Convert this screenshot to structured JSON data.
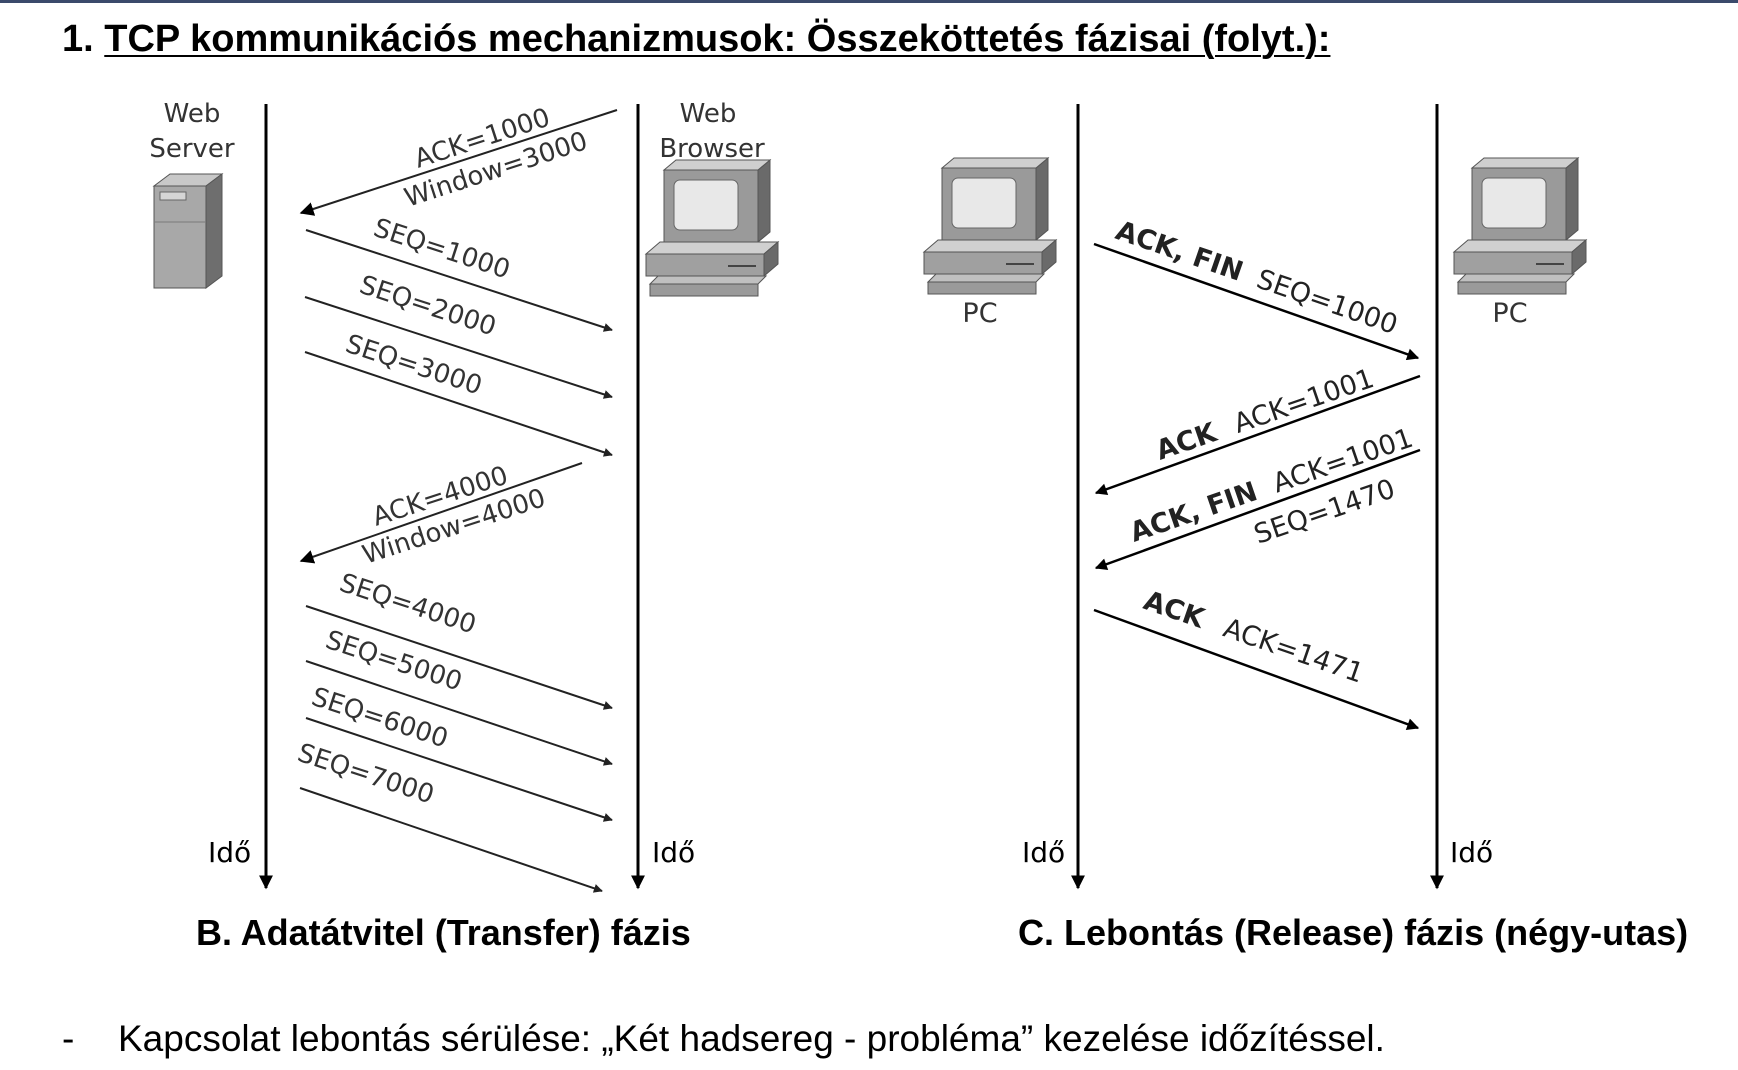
{
  "title": {
    "number": "1.",
    "text": "TCP kommunikációs mechanizmusok: Összeköttetés fázisai (folyt.):"
  },
  "left": {
    "server_label": [
      "Web",
      "Server"
    ],
    "browser_label": [
      "Web",
      "Browser"
    ],
    "time_left": "Idő",
    "time_right": "Idő",
    "messages": [
      {
        "lines": [
          "ACK=1000",
          "Window=3000"
        ],
        "direction": "browser-to-server"
      },
      {
        "lines": [
          "SEQ=1000"
        ],
        "direction": "server-to-browser"
      },
      {
        "lines": [
          "SEQ=2000"
        ],
        "direction": "server-to-browser"
      },
      {
        "lines": [
          "SEQ=3000"
        ],
        "direction": "server-to-browser"
      },
      {
        "lines": [
          "ACK=4000",
          "Window=4000"
        ],
        "direction": "browser-to-server"
      },
      {
        "lines": [
          "SEQ=4000"
        ],
        "direction": "server-to-browser"
      },
      {
        "lines": [
          "SEQ=5000"
        ],
        "direction": "server-to-browser"
      },
      {
        "lines": [
          "SEQ=6000"
        ],
        "direction": "server-to-browser"
      },
      {
        "lines": [
          "SEQ=7000"
        ],
        "direction": "server-to-browser"
      }
    ],
    "caption": "B. Adatátvitel (Transfer) fázis"
  },
  "right": {
    "pc_left_label": "PC",
    "pc_right_label": "PC",
    "time_left": "Idő",
    "time_right": "Idő",
    "messages": [
      {
        "bold": "ACK, FIN",
        "text": "SEQ=1000",
        "direction": "left-to-right"
      },
      {
        "bold": "ACK",
        "text": "ACK=1001",
        "direction": "right-to-left"
      },
      {
        "bold": "ACK, FIN",
        "text": "ACK=1001",
        "text2": "SEQ=1470",
        "direction": "right-to-left"
      },
      {
        "bold": "ACK",
        "text": "ACK=1471",
        "direction": "left-to-right"
      }
    ],
    "caption": "C. Lebontás (Release) fázis (négy-utas)"
  },
  "bullet": {
    "dash": "-",
    "text": "Kapcsolat lebontás sérülése: „Két hadsereg - probléma” kezelése időzítéssel."
  }
}
